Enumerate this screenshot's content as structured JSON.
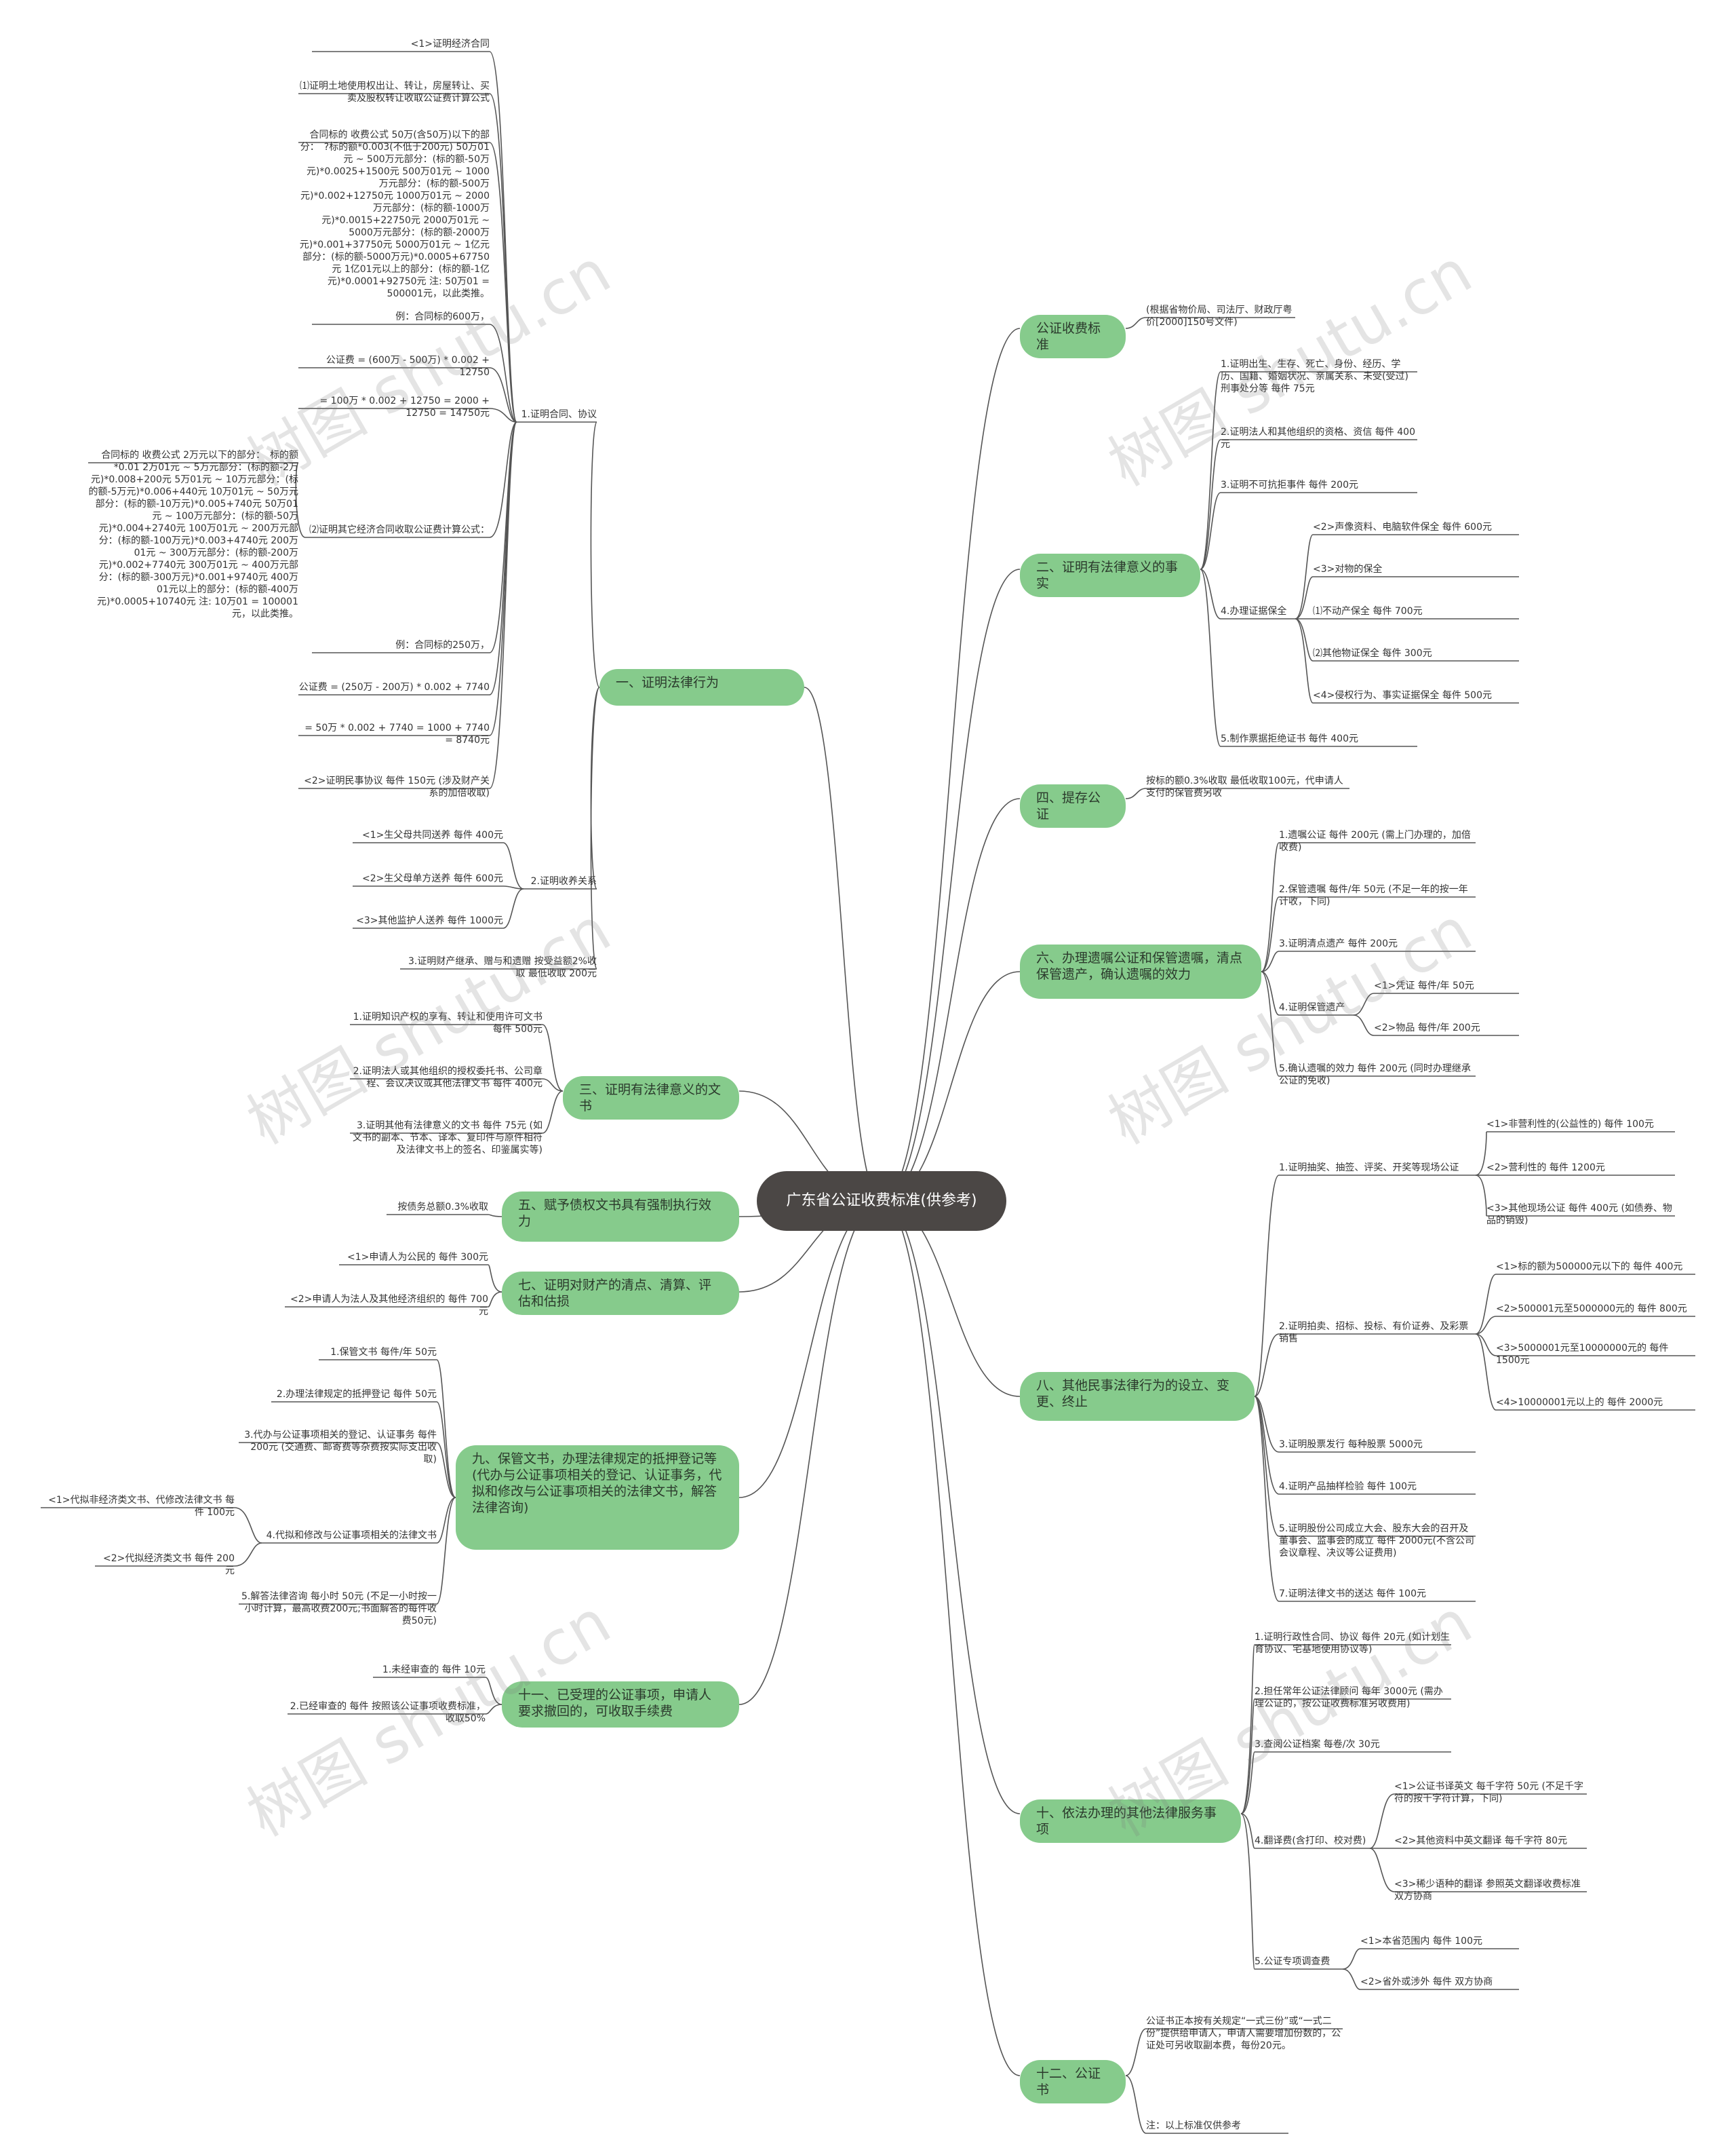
{
  "root": "广东省公证收费标准(供参考)",
  "watermark": "树图 shutu.cn",
  "colors": {
    "branch": "#86cb8c",
    "root": "#4b4745",
    "line": "#555555"
  },
  "left_nodes": [
    {
      "id": "L1",
      "text": "一、证明法律行为",
      "children": [
        {
          "id": "L1a",
          "text": "1.证明合同、协议",
          "children": [
            {
              "id": "L1a1",
              "text": "<1>证明经济合同"
            },
            {
              "id": "L1a2",
              "text": "⑴证明土地使用权出让、转让，房屋转让、买卖及股权转让收取公证费计算公式"
            },
            {
              "id": "L1a3",
              "text": "合同标的 收费公式 50万(含50万)以下的部分：　?标的额*0.003(不低于200元) 50万01元 ~ 500万元部分：(标的额-50万元)*0.0025+1500元 500万01元 ~ 1000万元部分：(标的额-500万元)*0.002+12750元 1000万01元 ~ 2000万元部分：(标的额-1000万元)*0.0015+22750元 2000万01元 ~ 5000万元部分：(标的额-2000万元)*0.001+37750元 5000万01元 ~ 1亿元部分：(标的额-5000万元)*0.0005+67750元 1亿01元以上的部分：(标的额-1亿元)*0.0001+92750元 注: 50万01 = 500001元，以此类推。"
            },
            {
              "id": "L1a4",
              "text": "例：合同标的600万，"
            },
            {
              "id": "L1a5",
              "text": "公证费 = (600万 - 500万) * 0.002 + 12750"
            },
            {
              "id": "L1a6",
              "text": "= 100万 * 0.002 + 12750 = 2000 + 12750 = 14750元"
            },
            {
              "id": "L1a7",
              "text": "⑵证明其它经济合同收取公证费计算公式：",
              "children": [
                {
                  "id": "L1a7a",
                  "text": "合同标的 收费公式 2万元以下的部分：　标的额*0.01 2万01元 ~ 5万元部分：(标的额-2万元)*0.008+200元 5万01元 ~ 10万元部分：(标的额-5万元)*0.006+440元 10万01元 ~ 50万元部分：(标的额-10万元)*0.005+740元 50万01元 ~ 100万元部分：(标的额-50万元)*0.004+2740元 100万01元 ~ 200万元部分：(标的额-100万元)*0.003+4740元 200万01元 ~ 300万元部分：(标的额-200万元)*0.002+7740元 300万01元 ~ 400万元部分：(标的额-300万元)*0.001+9740元 400万01元以上的部分：(标的额-400万元)*0.0005+10740元 注: 10万01 = 100001元，以此类推。"
                }
              ]
            },
            {
              "id": "L1a8",
              "text": "例：合同标的250万，"
            },
            {
              "id": "L1a9",
              "text": "公证费 = (250万 - 200万) * 0.002 + 7740"
            },
            {
              "id": "L1a10",
              "text": "= 50万 * 0.002 + 7740 = 1000 + 7740 = 8740元"
            },
            {
              "id": "L1a11",
              "text": "<2>证明民事协议 每件 150元 (涉及财产关系的加倍收取)"
            }
          ]
        },
        {
          "id": "L1b",
          "text": "2.证明收养关系",
          "children": [
            {
              "id": "L1b1",
              "text": "<1>生父母共同送养 每件 400元"
            },
            {
              "id": "L1b2",
              "text": "<2>生父母单方送养 每件 600元"
            },
            {
              "id": "L1b3",
              "text": "<3>其他监护人送养 每件 1000元"
            }
          ]
        },
        {
          "id": "L1c",
          "text": "3.证明财产继承、赠与和遗赠 按受益额2%收取 最低收取 200元"
        }
      ]
    },
    {
      "id": "L3",
      "text": "三、证明有法律意义的文书",
      "children": [
        {
          "id": "L3a",
          "text": "1.证明知识产权的享有、转让和使用许可文书 每件 500元"
        },
        {
          "id": "L3b",
          "text": "2.证明法人或其他组织的授权委托书、公司章程、会议决议或其他法律文书 每件 400元"
        },
        {
          "id": "L3c",
          "text": "3.证明其他有法律意义的文书 每件 75元 (如文书的副本、节本、译本、复印件与原件相符及法律文书上的签名、印鉴属实等)"
        }
      ]
    },
    {
      "id": "L5",
      "text": "五、赋予债权文书具有强制执行效力",
      "children": [
        {
          "id": "L5a",
          "text": "按债务总额0.3%收取"
        }
      ]
    },
    {
      "id": "L7",
      "text": "七、证明对财产的清点、清算、评估和估损",
      "children": [
        {
          "id": "L7a",
          "text": "<1>申请人为公民的 每件 300元"
        },
        {
          "id": "L7b",
          "text": "<2>申请人为法人及其他经济组织的 每件 700元"
        }
      ]
    },
    {
      "id": "L9",
      "text": "九、保管文书，办理法律规定的抵押登记等(代办与公证事项相关的登记、认证事务，代拟和修改与公证事项相关的法律文书，解答法律咨询)",
      "children": [
        {
          "id": "L9a",
          "text": "1.保管文书 每件/年 50元"
        },
        {
          "id": "L9b",
          "text": "2.办理法律规定的抵押登记 每件 50元"
        },
        {
          "id": "L9c",
          "text": "3.代办与公证事项相关的登记、认证事务 每件 200元 (交通费、邮寄费等杂费按实际支出收取)"
        },
        {
          "id": "L9d",
          "text": "4.代拟和修改与公证事项相关的法律文书",
          "children": [
            {
              "id": "L9d1",
              "text": "<1>代拟非经济类文书、代修改法律文书 每件 100元"
            },
            {
              "id": "L9d2",
              "text": "<2>代拟经济类文书 每件 200元"
            }
          ]
        },
        {
          "id": "L9e",
          "text": "5.解答法律咨询 每小时 50元 (不足一小时按一小时计算，最高收费200元;书面解答的每件收费50元)"
        }
      ]
    },
    {
      "id": "L11",
      "text": "十一、已受理的公证事项，申请人要求撤回的，可收取手续费",
      "children": [
        {
          "id": "L11a",
          "text": "1.未经审查的 每件 10元"
        },
        {
          "id": "L11b",
          "text": "2.已经审查的 每件 按照该公证事项收费标准，收取50%"
        }
      ]
    }
  ],
  "right_nodes": [
    {
      "id": "R0",
      "text": "公证收费标准",
      "children": [
        {
          "id": "R0a",
          "text": "(根据省物价局、司法厅、财政厅粤价[2000]150号文件)"
        }
      ]
    },
    {
      "id": "R2",
      "text": "二、证明有法律意义的事实",
      "children": [
        {
          "id": "R2a",
          "text": "1.证明出生、生存、死亡、身份、经历、学历、国籍、婚姻状况、亲属关系、未受(受过)刑事处分等 每件 75元"
        },
        {
          "id": "R2b",
          "text": "2.证明法人和其他组织的资格、资信 每件 400元"
        },
        {
          "id": "R2c",
          "text": "3.证明不可抗拒事件 每件 200元"
        },
        {
          "id": "R2d",
          "text": "4.办理证据保全",
          "children": [
            {
              "id": "R2d1",
              "text": "<2>声像资料、电脑软件保全 每件 600元"
            },
            {
              "id": "R2d2",
              "text": "<3>对物的保全"
            },
            {
              "id": "R2d3",
              "text": "⑴不动产保全 每件 700元"
            },
            {
              "id": "R2d4",
              "text": "⑵其他物证保全 每件 300元"
            },
            {
              "id": "R2d5",
              "text": "<4>侵权行为、事实证据保全 每件 500元"
            }
          ]
        },
        {
          "id": "R2e",
          "text": "5.制作票据拒绝证书 每件 400元"
        }
      ]
    },
    {
      "id": "R4",
      "text": "四、提存公证",
      "children": [
        {
          "id": "R4a",
          "text": "按标的额0.3%收取 最低收取100元，代申请人支付的保管费另收"
        }
      ]
    },
    {
      "id": "R6",
      "text": "六、办理遗嘱公证和保管遗嘱，清点保管遗产，确认遗嘱的效力",
      "children": [
        {
          "id": "R6a",
          "text": "1.遗嘱公证 每件 200元 (需上门办理的，加倍收费)"
        },
        {
          "id": "R6b",
          "text": "2.保管遗嘱 每件/年 50元 (不足一年的按一年计收，下同)"
        },
        {
          "id": "R6c",
          "text": "3.证明清点遗产 每件 200元"
        },
        {
          "id": "R6d",
          "text": "4.证明保管遗产",
          "children": [
            {
              "id": "R6d1",
              "text": "<1>凭证 每件/年 50元"
            },
            {
              "id": "R6d2",
              "text": "<2>物品 每件/年 200元"
            }
          ]
        },
        {
          "id": "R6e",
          "text": "5.确认遗嘱的效力 每件 200元 (同时办理继承公证的免收)"
        }
      ]
    },
    {
      "id": "R8",
      "text": "八、其他民事法律行为的设立、变更、终止",
      "children": [
        {
          "id": "R8a",
          "text": "1.证明抽奖、抽签、评奖、开奖等现场公证",
          "children": [
            {
              "id": "R8a1",
              "text": "<1>非营利性的(公益性的) 每件 100元"
            },
            {
              "id": "R8a2",
              "text": "<2>营利性的 每件 1200元"
            },
            {
              "id": "R8a3",
              "text": "<3>其他现场公证 每件 400元 (如债券、物品的销毁)"
            }
          ]
        },
        {
          "id": "R8b",
          "text": "2.证明拍卖、招标、投标、有价证券、及彩票销售",
          "children": [
            {
              "id": "R8b1",
              "text": "<1>标的额为500000元以下的 每件 400元"
            },
            {
              "id": "R8b2",
              "text": "<2>500001元至5000000元的 每件 800元"
            },
            {
              "id": "R8b3",
              "text": "<3>5000001元至10000000元的 每件 1500元"
            },
            {
              "id": "R8b4",
              "text": "<4>10000001元以上的 每件 2000元"
            }
          ]
        },
        {
          "id": "R8c",
          "text": "3.证明股票发行 每种股票 5000元"
        },
        {
          "id": "R8d",
          "text": "4.证明产品抽样检验 每件 100元"
        },
        {
          "id": "R8e",
          "text": "5.证明股份公司成立大会、股东大会的召开及董事会、监事会的成立 每件 2000元(不含公司会议章程、决议等公证费用)"
        },
        {
          "id": "R8f",
          "text": "7.证明法律文书的送达 每件 100元"
        }
      ]
    },
    {
      "id": "R10",
      "text": "十、依法办理的其他法律服务事项",
      "children": [
        {
          "id": "R10a",
          "text": "1.证明行政性合同、协议 每件 20元 (如计划生育协议、宅基地使用协议等)"
        },
        {
          "id": "R10b",
          "text": "2.担任常年公证法律顾问 每年 3000元 (需办理公证的，按公证收费标准另收费用)"
        },
        {
          "id": "R10c",
          "text": "3.查阅公证档案 每卷/次 30元"
        },
        {
          "id": "R10d",
          "text": "4.翻译费(含打印、校对费)",
          "children": [
            {
              "id": "R10d1",
              "text": "<1>公证书译英文 每千字符 50元 (不足千字符的按千字符计算，下同)"
            },
            {
              "id": "R10d2",
              "text": "<2>其他资料中英文翻译 每千字符 80元"
            },
            {
              "id": "R10d3",
              "text": "<3>稀少语种的翻译 参照英文翻译收费标准双方协商"
            }
          ]
        },
        {
          "id": "R10e",
          "text": "5.公证专项调查费",
          "children": [
            {
              "id": "R10e1",
              "text": "<1>本省范围内 每件 100元"
            },
            {
              "id": "R10e2",
              "text": "<2>省外或涉外 每件 双方协商"
            }
          ]
        }
      ]
    },
    {
      "id": "R12",
      "text": "十二、公证书",
      "children": [
        {
          "id": "R12a",
          "text": "公证书正本按有关规定“一式三份”或“一式二份”提供给申请人，申请人需要增加份数的，公证处可另收取副本费，每份20元。"
        },
        {
          "id": "R12b",
          "text": "注：以上标准仅供参考"
        }
      ]
    }
  ]
}
